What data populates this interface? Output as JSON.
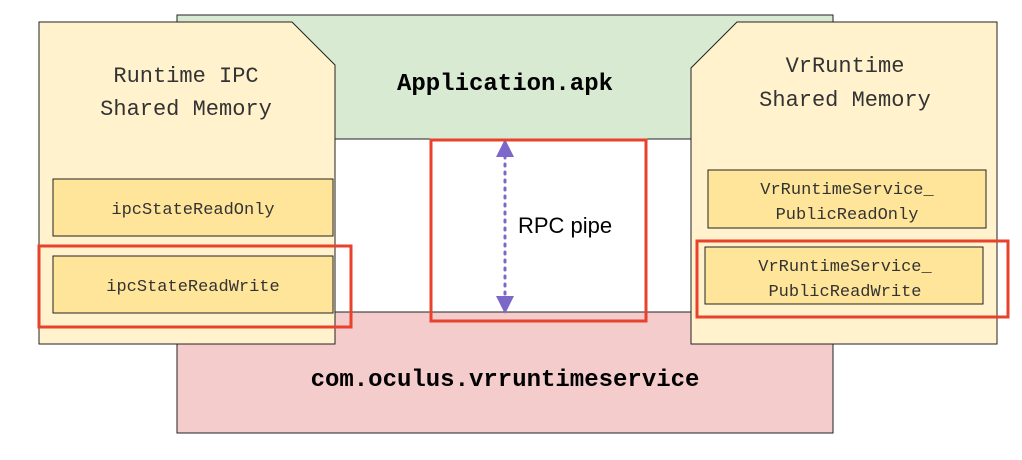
{
  "colors": {
    "app_box": "#d9ead3",
    "service_box": "#f4cccc",
    "memory_box": "#fff2cc",
    "slot_box": "#ffe599",
    "highlight": "#e8412c",
    "arrow": "#7b68c8",
    "border": "#222222"
  },
  "application": {
    "label": "Application.apk"
  },
  "service": {
    "label": "com.oculus.vrruntimeservice"
  },
  "rpc": {
    "label": "RPC pipe"
  },
  "left_memory": {
    "title_line1": "Runtime IPC",
    "title_line2": "Shared Memory",
    "slot_readonly": "ipcStateReadOnly",
    "slot_readwrite": "ipcStateReadWrite"
  },
  "right_memory": {
    "title_line1": "VrRuntime",
    "title_line2": "Shared Memory",
    "slot_readonly_line1": "VrRuntimeService_",
    "slot_readonly_line2": "PublicReadOnly",
    "slot_readwrite_line1": "VrRuntimeService_",
    "slot_readwrite_line2": "PublicReadWrite"
  }
}
